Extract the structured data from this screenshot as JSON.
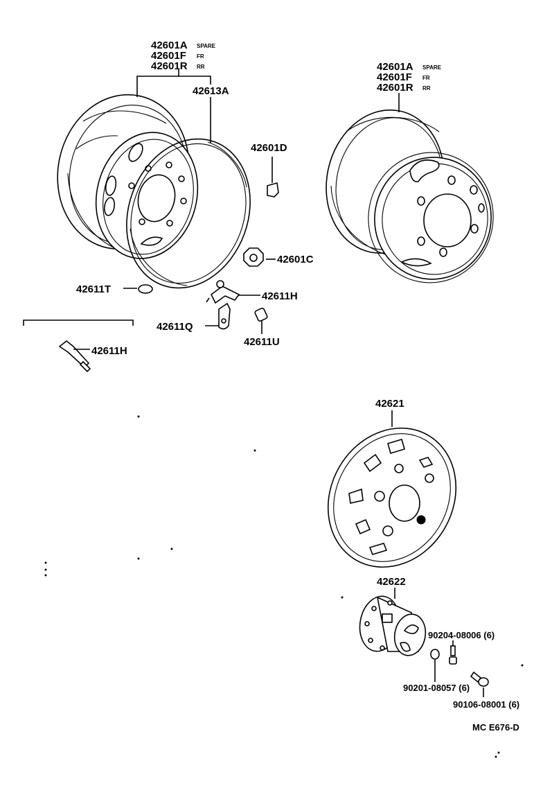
{
  "labels": {
    "wheel_left": {
      "spare": {
        "code": "42601A",
        "note": "SPARE"
      },
      "front": {
        "code": "42601F",
        "note": "FR"
      },
      "rear": {
        "code": "42601R",
        "note": "RR"
      }
    },
    "wheel_right": {
      "spare": {
        "code": "42601A",
        "note": "SPARE"
      },
      "front": {
        "code": "42601F",
        "note": "FR"
      },
      "rear": {
        "code": "42601R",
        "note": "RR"
      }
    },
    "ring": "42613A",
    "weight": "42601D",
    "nut": "42601C",
    "washer_t": "42611T",
    "valve_h": "42611H",
    "clip_q": "42611Q",
    "cap_u": "42611U",
    "valve_ext": "42611H",
    "wheel_cap": "42621",
    "hub_cap": "42622",
    "screw_1": "90204-08006 (6)",
    "washer_2": "90201-08057 (6)",
    "bolt_3": "90106-08001 (6)",
    "diagram_code": "MC E676-D"
  },
  "colors": {
    "ink": "#000000",
    "paper": "#ffffff"
  }
}
